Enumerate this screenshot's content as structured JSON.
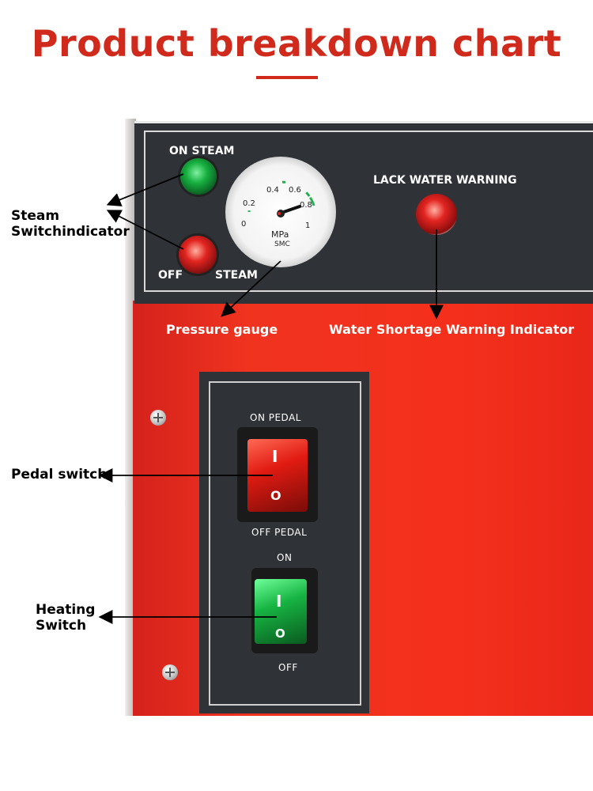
{
  "title": "Product breakdown chart",
  "colors": {
    "accent": "#cf2a1c",
    "panel": "#2f3237",
    "body": "#f0331f"
  },
  "panel": {
    "on_steam": "ON STEAM",
    "off": "OFF",
    "steam": "STEAM",
    "lack_water_warning": "LACK WATER WARNING"
  },
  "gauge": {
    "ticks": [
      "0",
      "0.2",
      "0.4",
      "0.6",
      "0.8",
      "1"
    ],
    "unit": "MPa",
    "brand": "SMC"
  },
  "switch_panel": {
    "pedal_on": "ON PEDAL",
    "pedal_off": "OFF PEDAL",
    "heat_on": "ON",
    "heat_off": "OFF",
    "mark_on": "I",
    "mark_off": "O"
  },
  "callouts": {
    "steam_switch": [
      "Steam",
      "Switchindicator"
    ],
    "pressure_gauge": "Pressure gauge",
    "water_shortage": "Water Shortage Warning Indicator",
    "pedal_switch": "Pedal switch",
    "heating_switch": [
      "Heating",
      "Switch"
    ]
  }
}
